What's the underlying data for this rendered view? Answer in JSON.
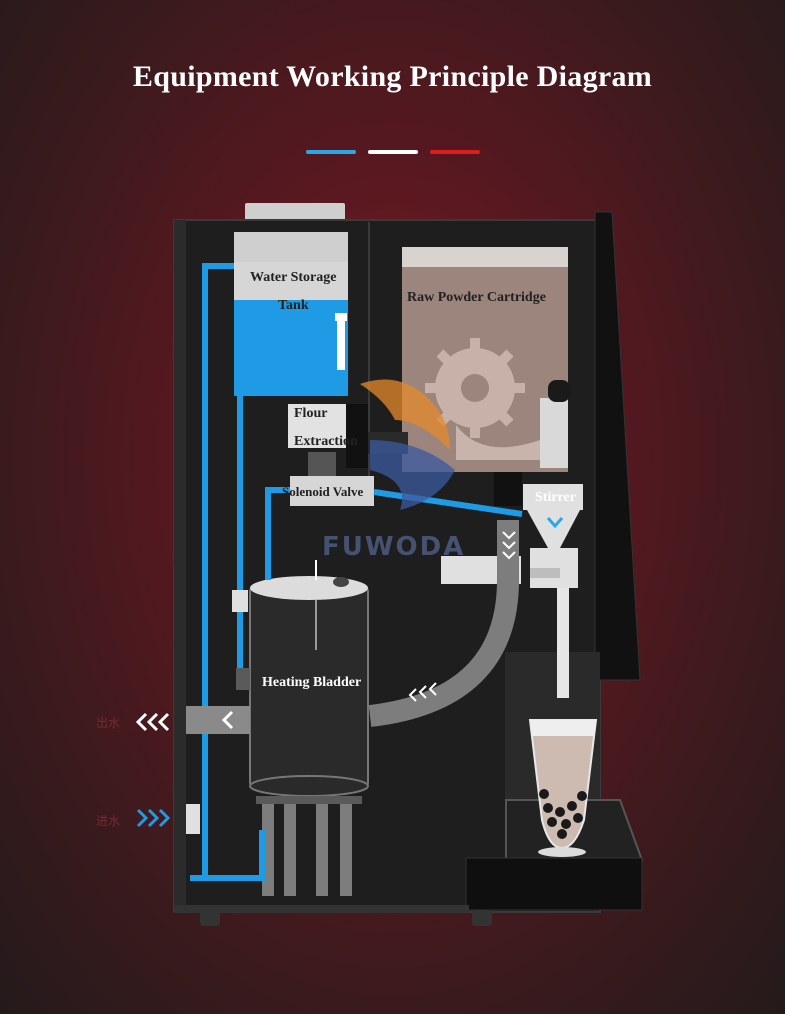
{
  "title": "Equipment Working Principle Diagram",
  "legend_colors": [
    "#2aa7e6",
    "#ffffff",
    "#e01b1b"
  ],
  "labels": {
    "water_tank_line1": "Water Storage",
    "water_tank_line2": "Tank",
    "powder": "Raw Powder Cartridge",
    "flour_line1": "Flour",
    "flour_line2": "Extraction",
    "solenoid": "Solenoid Valve",
    "stirrer": "Stirrer",
    "heating": "Heating Bladder"
  },
  "watermark": "FUWODA",
  "side_labels": {
    "outlet": "出水",
    "inlet": "进水"
  },
  "colors": {
    "water": "#1f9be6",
    "machine": "#1c1c1c",
    "powder_bg": "#a38a80"
  }
}
